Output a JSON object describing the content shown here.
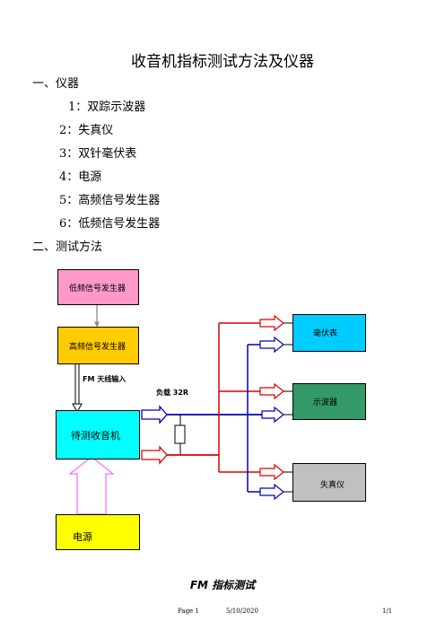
{
  "title": "收音机指标测试方法及仪器",
  "section1": "一、仪器",
  "instruments": [
    {
      "num": "1：",
      "name": "双踪示波器"
    },
    {
      "num": "2：",
      "name": "失真仪"
    },
    {
      "num": "3：",
      "name": "双针毫伏表"
    },
    {
      "num": "4：",
      "name": "电源"
    },
    {
      "num": "5：",
      "name": "高频信号发生器"
    },
    {
      "num": "6：",
      "name": "低频信号发生器"
    }
  ],
  "section2": "二、测试方法",
  "diagram": {
    "low_freq_gen": "低频信号发生器",
    "high_freq_gen": "高频信号发生器",
    "fm_antenna": "FM 天线输入",
    "load": "负载 32R",
    "radio": "待测收音机",
    "power": "电源",
    "millivoltmeter": "毫伏表",
    "oscilloscope": "示波器",
    "distortion_meter": "失真仪"
  },
  "caption": "FM 指标测试",
  "footer": {
    "page": "Page 1",
    "date": "5/10/2020",
    "count": "1/1"
  },
  "colors": {
    "low_freq_box": "#ff99cc",
    "high_freq_box": "#ffcc00",
    "radio_box": "#00ffff",
    "power_box": "#ffff00",
    "mv_box": "#00ccff",
    "osc_box": "#339966",
    "dist_box": "#c0c0c0",
    "red_line": "#dd0000",
    "blue_line": "#0000bb",
    "power_arrow": "#ff66ff"
  }
}
